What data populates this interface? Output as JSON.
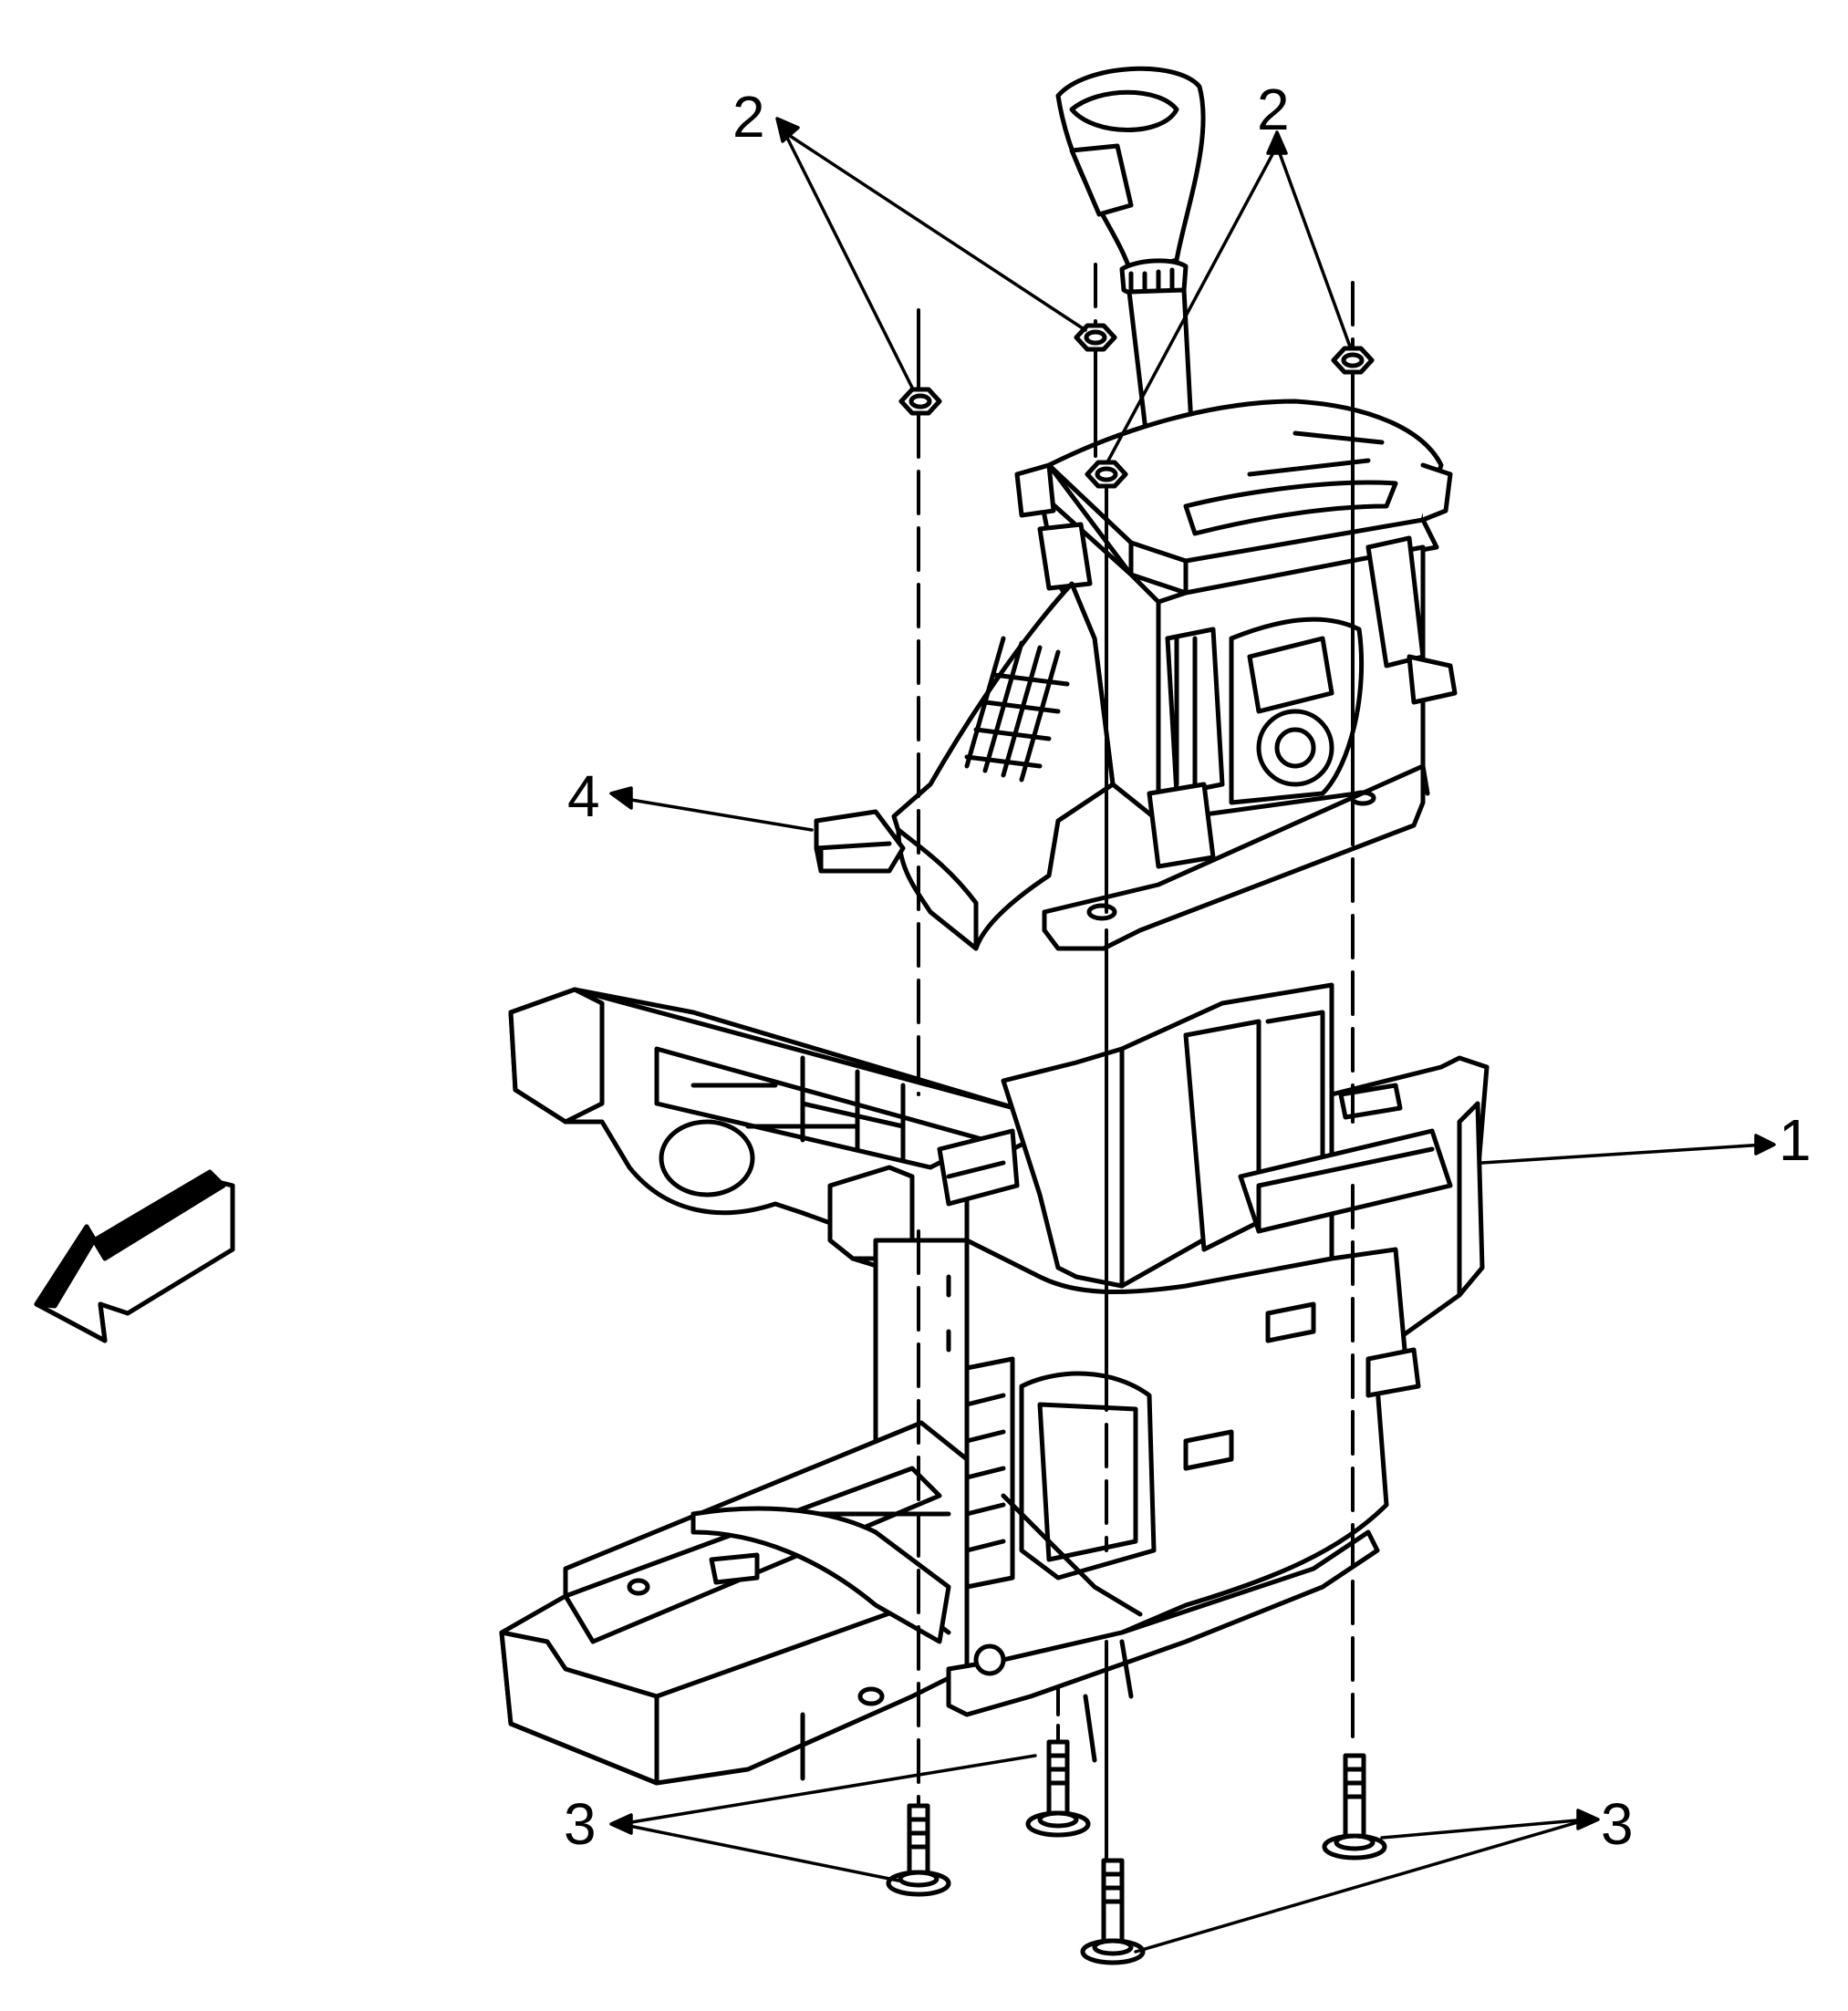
{
  "diagram": {
    "callouts": {
      "c1": "1",
      "c2a": "2",
      "c2b": "2",
      "c3a": "3",
      "c3b": "3",
      "c4": "4"
    },
    "colors": {
      "line": "#000000",
      "fill": "#ffffff",
      "arrow_band": "#000000"
    },
    "icons": {
      "direction_arrow": "front-direction-arrow-icon"
    }
  }
}
